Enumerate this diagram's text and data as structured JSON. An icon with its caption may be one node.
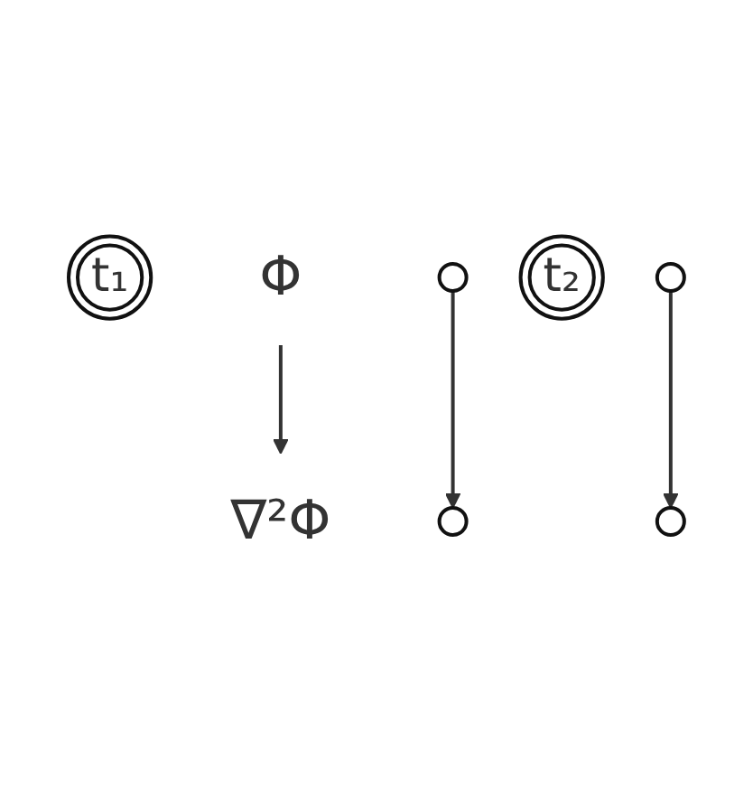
{
  "diagram": {
    "nodes": [
      {
        "text": [
          "t₁"
        ]
      },
      {
        "text": [
          "Φ"
        ]
      },
      {
        "text": [
          "∇²Φ"
        ]
      },
      {
        "text": [],
        "shape": "ellipse"
      },
      {
        "text": [],
        "shape": "ellipse"
      },
      {
        "text": [
          "t₂"
        ]
      },
      {
        "text": [],
        "shape": "ellipse"
      },
      {
        "text": [],
        "shape": "ellipse"
      }
    ],
    "edges": [
      {
        "from": 1,
        "to": 2,
        "arrow": "to"
      },
      {
        "from": 3,
        "to": 4,
        "arrow": "to"
      },
      {
        "from": 6,
        "to": 7,
        "arrow": "to"
      }
    ]
  }
}
